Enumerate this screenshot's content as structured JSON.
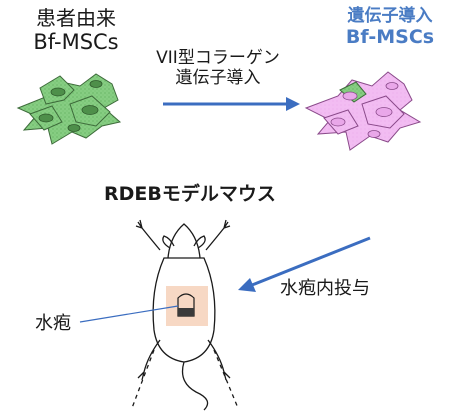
{
  "left_cells": {
    "line1": "患者由来",
    "line2": "Bf-MSCs"
  },
  "right_cells": {
    "line1": "遺伝子導入",
    "line2": "Bf-MSCs"
  },
  "transduction_arrow": {
    "line1": "VII型コラーゲン",
    "line2": "遺伝子導入"
  },
  "mouse": {
    "title": "RDEBモデルマウス",
    "injection": "水疱内投与",
    "blister": "水疱"
  },
  "colors": {
    "arrow_blue": "#3b6dc0",
    "title_blue": "#4a7cc4",
    "green_cell": "#7ec87a",
    "pink_cell": "#efb3ef",
    "blister_patch": "#f7d8c4"
  }
}
